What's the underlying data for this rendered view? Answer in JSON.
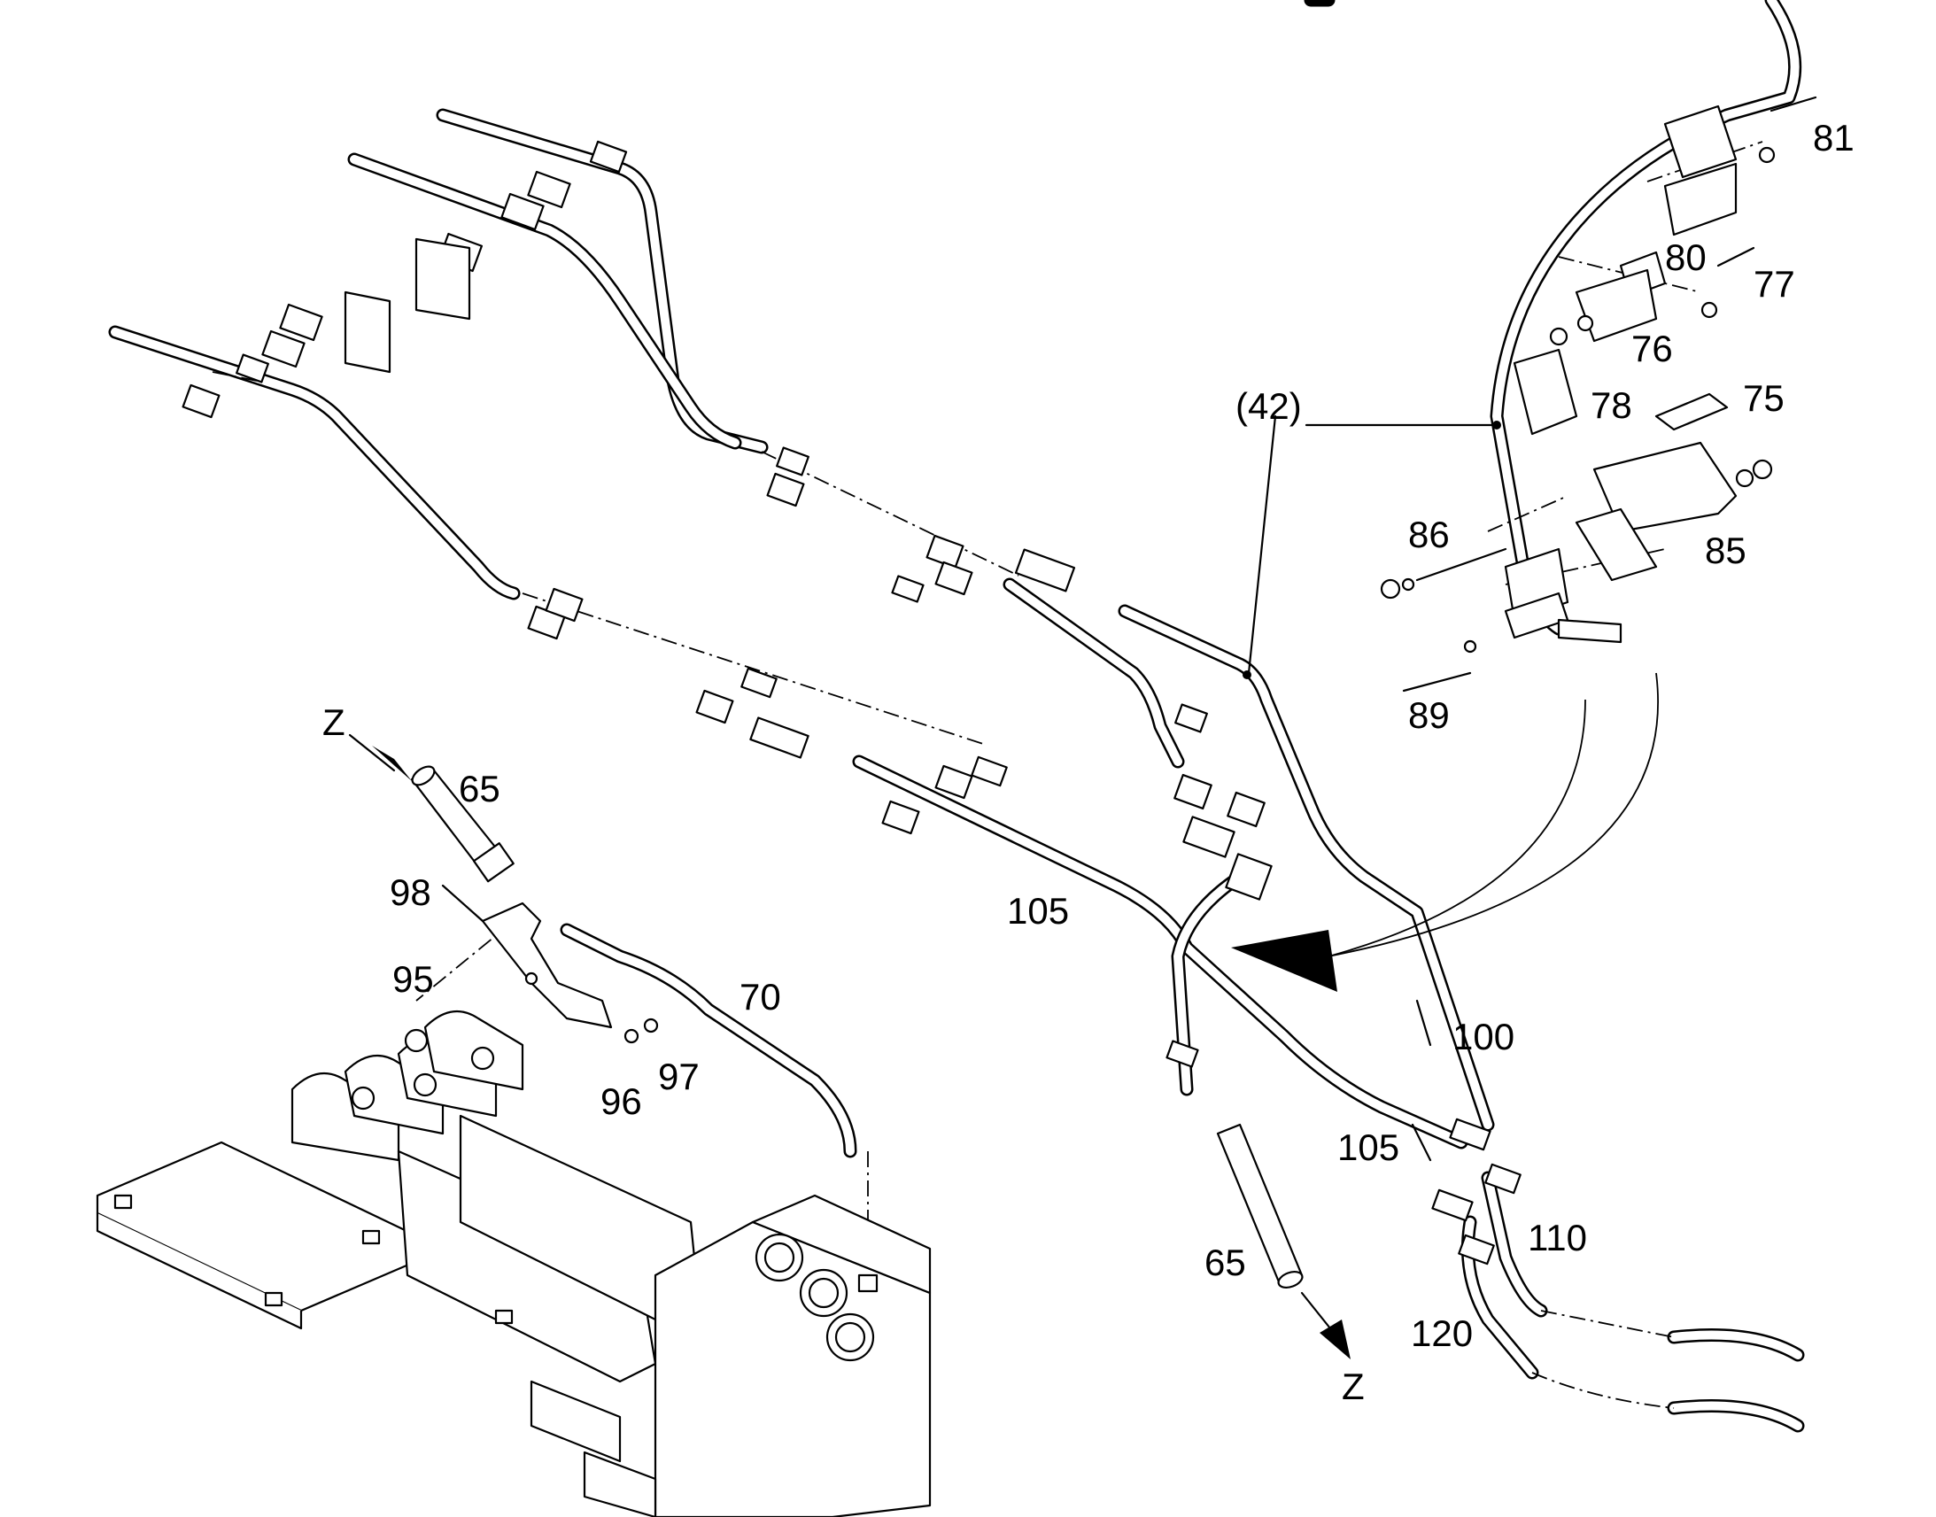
{
  "callouts": [
    {
      "text": "81"
    },
    {
      "text": "80"
    },
    {
      "text": "77"
    },
    {
      "text": "76"
    },
    {
      "text": "78"
    },
    {
      "text": "75"
    },
    {
      "text": "(42)"
    },
    {
      "text": "86"
    },
    {
      "text": "85"
    },
    {
      "text": "89"
    },
    {
      "text": "Z"
    },
    {
      "text": "65"
    },
    {
      "text": "98"
    },
    {
      "text": "105"
    },
    {
      "text": "95"
    },
    {
      "text": "70"
    },
    {
      "text": "100"
    },
    {
      "text": "97"
    },
    {
      "text": "96"
    },
    {
      "text": "105"
    },
    {
      "text": "110"
    },
    {
      "text": "65"
    },
    {
      "text": "120"
    },
    {
      "text": "Z"
    }
  ]
}
